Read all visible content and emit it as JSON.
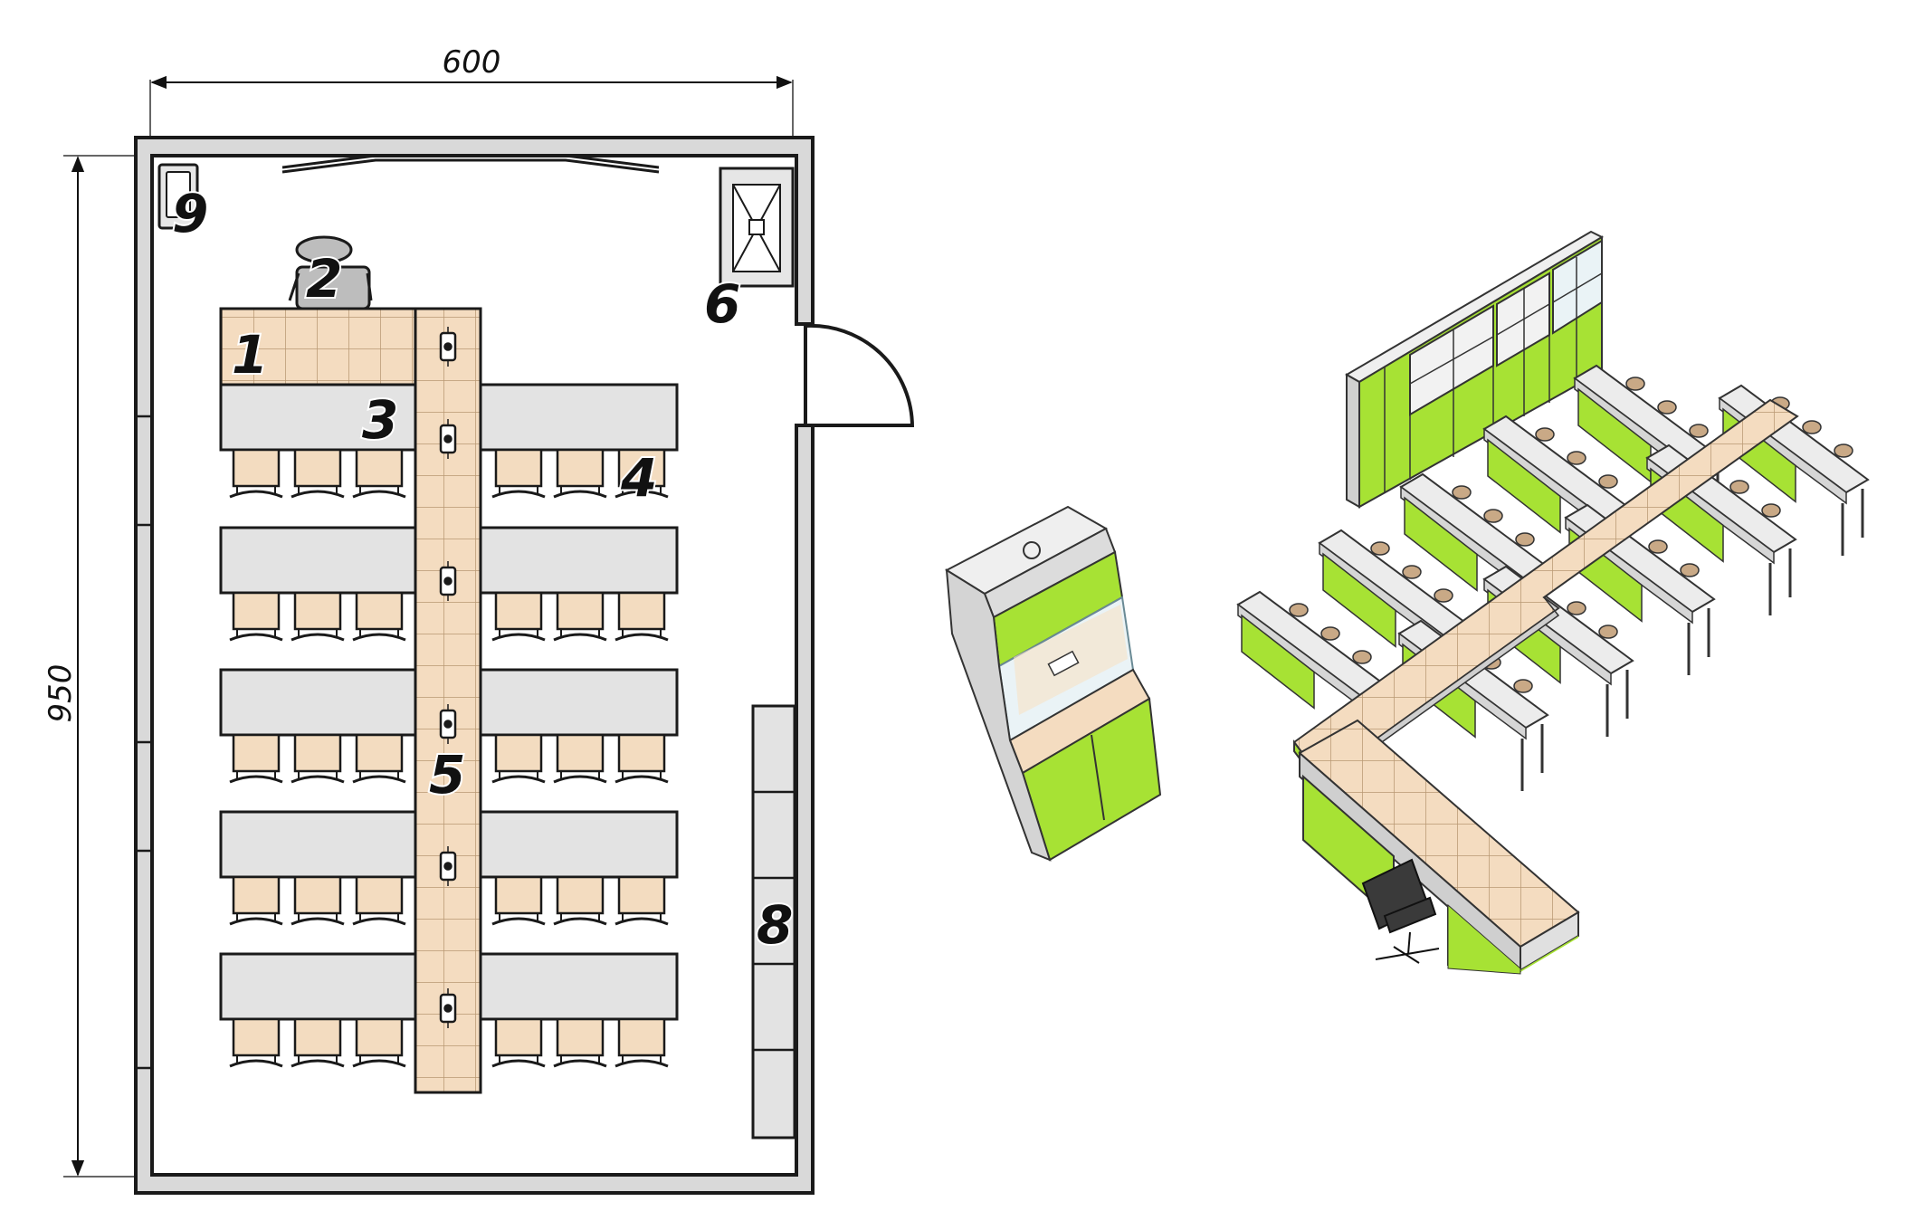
{
  "plan": {
    "width_label": "600",
    "height_label": "950",
    "callouts": [
      {
        "id": "1",
        "label": "1"
      },
      {
        "id": "2",
        "label": "2"
      },
      {
        "id": "3",
        "label": "3"
      },
      {
        "id": "4",
        "label": "4"
      },
      {
        "id": "5",
        "label": "5"
      },
      {
        "id": "6",
        "label": "6"
      },
      {
        "id": "8",
        "label": "8"
      },
      {
        "id": "9",
        "label": "9"
      }
    ]
  },
  "colors": {
    "wall": "#d9d9d9",
    "outline": "#1a1a1a",
    "desk": "#e3e3e3",
    "chair": "#f3dcc0",
    "worktop": "#f4dcc0",
    "cabinet_green": "#a7e234",
    "iso_top": "#ececec"
  }
}
